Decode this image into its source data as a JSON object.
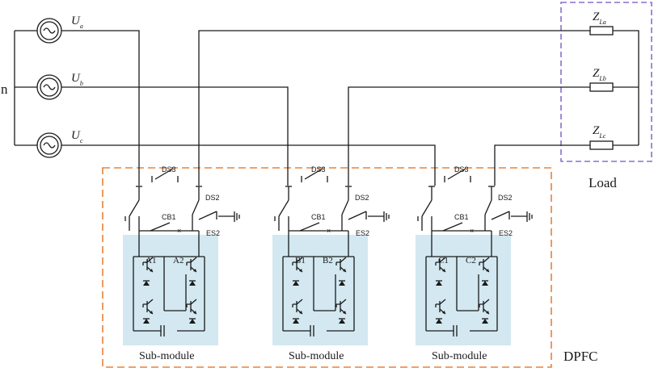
{
  "sources": [
    {
      "symbol": "U",
      "sub": "a"
    },
    {
      "symbol": "U",
      "sub": "b"
    },
    {
      "symbol": "U",
      "sub": "c"
    }
  ],
  "neutral_label": "n",
  "loads": [
    {
      "symbol": "Z",
      "sub": "La"
    },
    {
      "symbol": "Z",
      "sub": "Lb"
    },
    {
      "symbol": "Z",
      "sub": "Lc"
    }
  ],
  "load_box_label": "Load",
  "dpfc_box_label": "DPFC",
  "modules": [
    {
      "ds3": "DS3",
      "ds2": "DS2",
      "cb1": "CB1",
      "es2": "ES2",
      "left": "A1",
      "right": "A2",
      "caption": "Sub-module"
    },
    {
      "ds3": "DS3",
      "ds2": "DS2",
      "cb1": "CB1",
      "es2": "ES2",
      "left": "B1",
      "right": "B2",
      "caption": "Sub-module"
    },
    {
      "ds3": "DS3",
      "ds2": "DS2",
      "cb1": "CB1",
      "es2": "ES2",
      "left": "C1",
      "right": "C2",
      "caption": "Sub-module"
    }
  ],
  "colors": {
    "wire": "#1a1a1a",
    "submodule_fill": "#d3e8f1",
    "dpfc_border": "#e8823a",
    "load_border": "#8a6fcf"
  }
}
